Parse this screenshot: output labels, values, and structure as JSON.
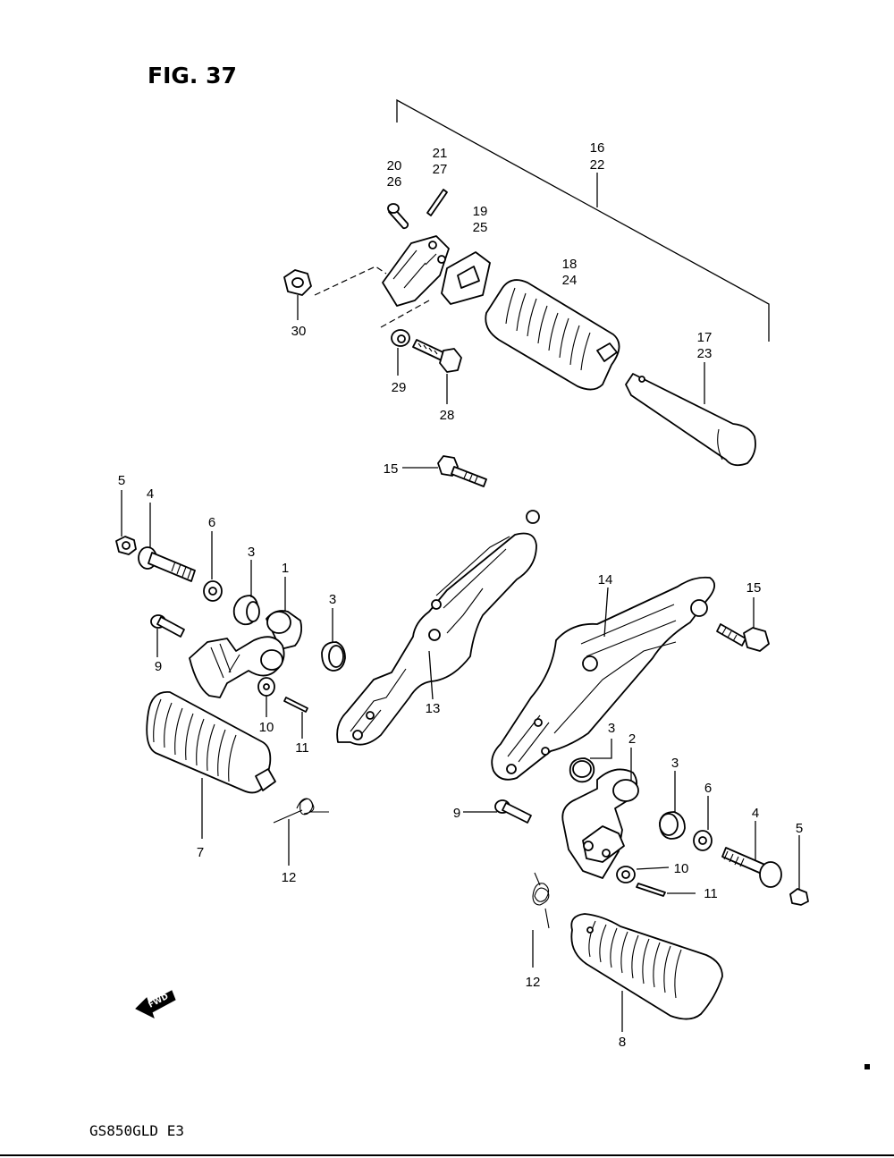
{
  "figure": {
    "title": "FIG. 37",
    "model_code": "GS850GLD E3",
    "fwd_label": "FWD"
  },
  "callouts": {
    "c1": "1",
    "c2": "2",
    "c3a": "3",
    "c3b": "3",
    "c3c": "3",
    "c3d": "3",
    "c4a": "4",
    "c4b": "4",
    "c5a": "5",
    "c5b": "5",
    "c6a": "6",
    "c6b": "6",
    "c7": "7",
    "c8": "8",
    "c9a": "9",
    "c9b": "9",
    "c10a": "10",
    "c10b": "10",
    "c11a": "11",
    "c11b": "11",
    "c12a": "12",
    "c12b": "12",
    "c13": "13",
    "c14": "14",
    "c15a": "15",
    "c15b": "15",
    "c16": "16",
    "c22": "22",
    "c17": "17",
    "c23": "23",
    "c18": "18",
    "c24": "24",
    "c19": "19",
    "c25": "25",
    "c20": "20",
    "c26": "26",
    "c21": "21",
    "c27": "27",
    "c28": "28",
    "c29": "29",
    "c30": "30"
  }
}
